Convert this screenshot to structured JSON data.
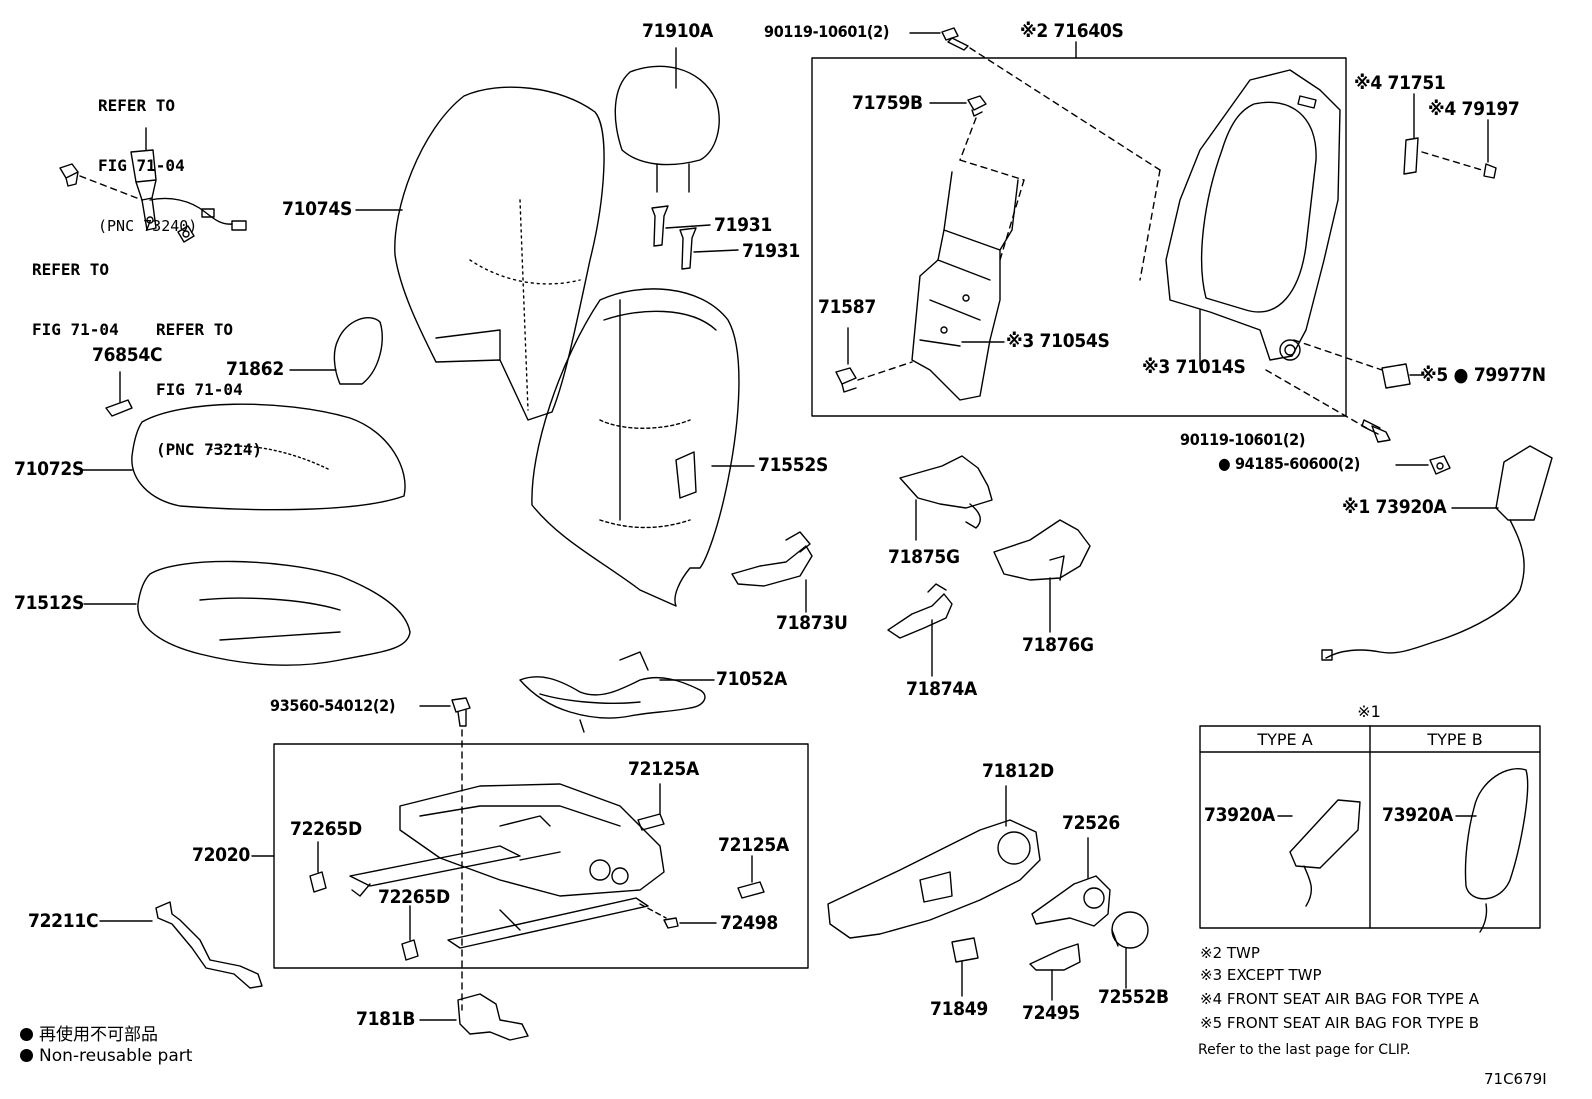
{
  "refs": {
    "buckle": [
      "REFER TO",
      "FIG 71-04",
      "(PNC 73240)"
    ],
    "anchor": [
      "REFER TO",
      "FIG 71-04"
    ],
    "cover": [
      "REFER TO",
      "FIG 71-04",
      "(PNC 73214)"
    ]
  },
  "labels": {
    "p71910A": "71910A",
    "p90119a": "90119-10601(2)",
    "p71640S": "※2 71640S",
    "p71759B": "71759B",
    "p71751": "※4 71751",
    "p79197": "※4 79197",
    "p71074S": "71074S",
    "p71931a": "71931",
    "p71931b": "71931",
    "p71587": "71587",
    "p71054S": "※3 71054S",
    "p71014S": "※3 71014S",
    "p79977N": "※5 ● 79977N",
    "p76854C": "76854C",
    "p71862": "71862",
    "p71072S": "71072S",
    "p71552S": "71552S",
    "p90119b": "90119-10601(2)",
    "p94185": "● 94185-60600(2)",
    "p73920A": "※1 73920A",
    "p71875G": "71875G",
    "p71873U": "71873U",
    "p71876G": "71876G",
    "p71512S": "71512S",
    "p71874A": "71874A",
    "p71052A": "71052A",
    "p93560": "93560-54012(2)",
    "p72125Aa": "72125A",
    "p72265Da": "72265D",
    "p72020": "72020",
    "p72125Ab": "72125A",
    "p72265Db": "72265D",
    "p72211C": "72211C",
    "p72498": "72498",
    "p7181B": "7181B",
    "p71812D": "71812D",
    "p72526": "72526",
    "p71849": "71849",
    "p72495": "72495",
    "p72552B": "72552B"
  },
  "type_table": {
    "mark": "※1",
    "type_a": "TYPE A",
    "type_b": "TYPE B",
    "part_a": "73920A",
    "part_b": "73920A"
  },
  "notes": [
    "※2 TWP",
    "※3 EXCEPT TWP",
    "※4 FRONT SEAT AIR BAG FOR TYPE A",
    "※5 FRONT SEAT AIR BAG FOR TYPE B"
  ],
  "clip_note": "Refer to the last page for CLIP.",
  "legend": {
    "jp": "再使用不可部品",
    "en": "Non-reusable part"
  },
  "figure_code": "71C679I"
}
